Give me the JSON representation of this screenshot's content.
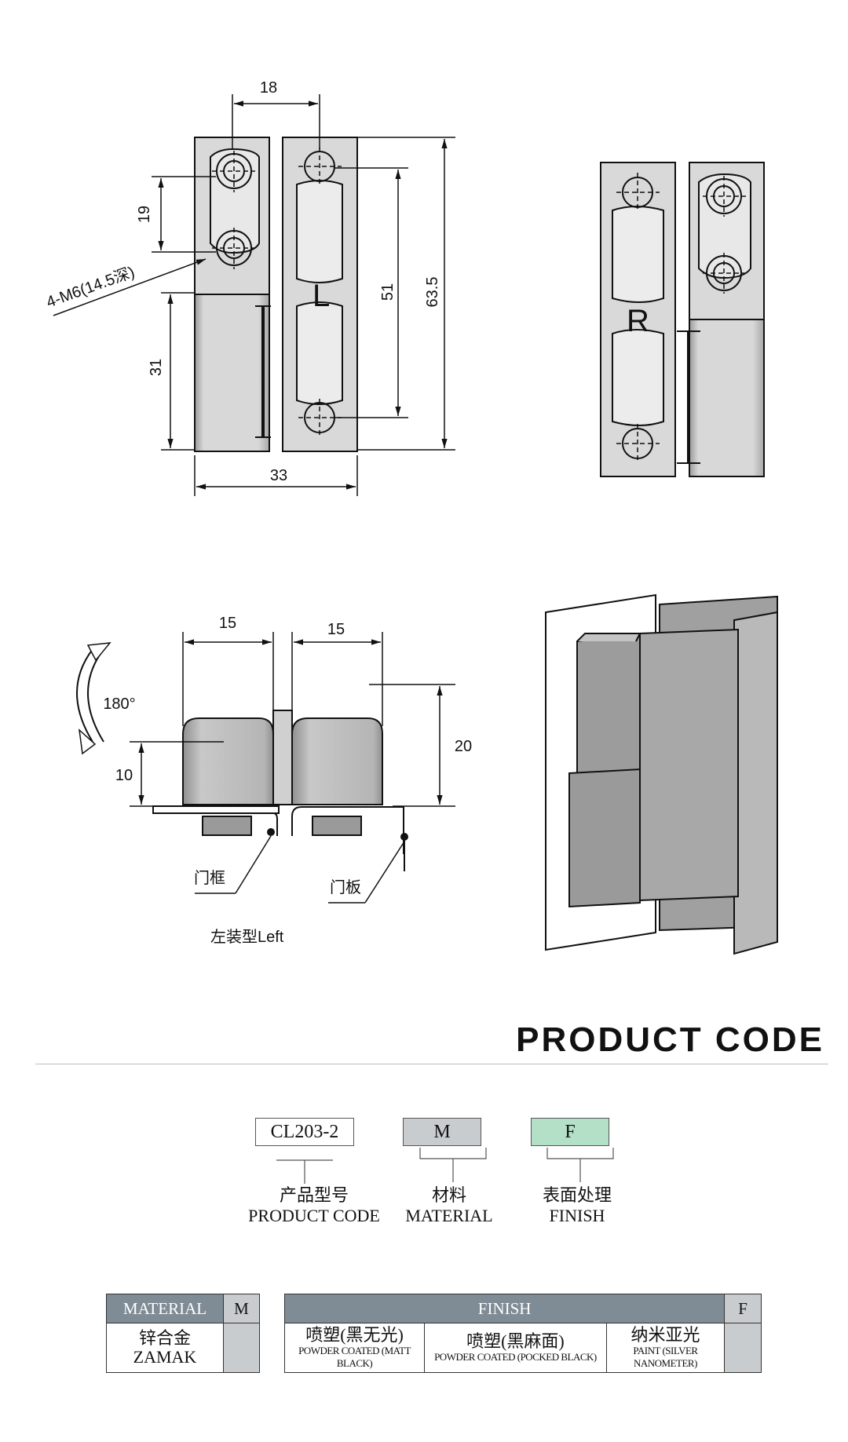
{
  "drawing": {
    "dims": {
      "d18": "18",
      "d19": "19",
      "d31": "31",
      "d33": "33",
      "d51": "51",
      "d635": "63.5",
      "thread": "4-M6(14.5深)",
      "mark_l": "L",
      "mark_r": "R",
      "d15a": "15",
      "d15b": "15",
      "d20": "20",
      "d10": "10",
      "angle": "180°"
    },
    "labels": {
      "frame": "门框",
      "door": "门板",
      "mount": "左装型Left"
    }
  },
  "product_code": {
    "title": "PRODUCT CODE",
    "fields": [
      {
        "value": "CL203-2",
        "cn": "产品型号",
        "en": "PRODUCT CODE",
        "color": "#ffffff"
      },
      {
        "value": "M",
        "cn": "材料",
        "en": "MATERIAL",
        "color": "#c9cccf"
      },
      {
        "value": "F",
        "cn": "表面处理",
        "en": "FINISH",
        "color": "#b5e0c8"
      }
    ]
  },
  "material_table": {
    "header": "MATERIAL",
    "code": "M",
    "rows": [
      {
        "cn": "锌合金",
        "en": "ZAMAK"
      }
    ]
  },
  "finish_table": {
    "header": "FINISH",
    "code": "F",
    "options": [
      {
        "cn": "喷塑(黑无光)",
        "en": "POWDER COATED (MATT BLACK)"
      },
      {
        "cn": "喷塑(黑麻面)",
        "en": "POWDER COATED (POCKED BLACK)"
      },
      {
        "cn": "纳米亚光",
        "en": "PAINT (SILVER NANOMETER)"
      }
    ]
  }
}
